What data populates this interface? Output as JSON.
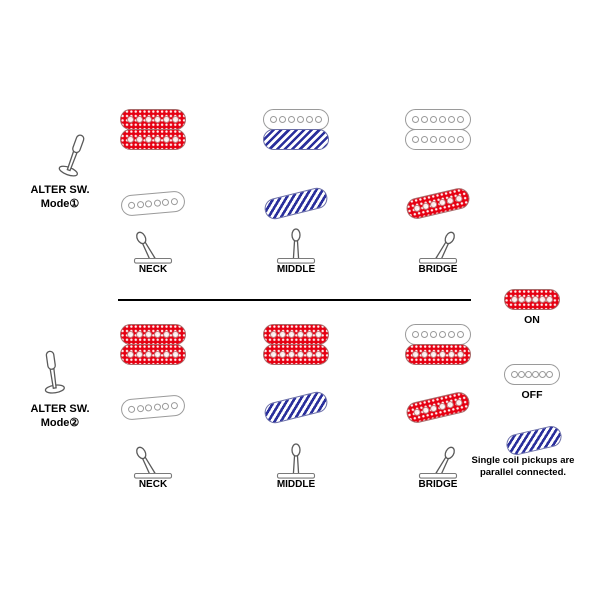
{
  "colors": {
    "on": "#e60012",
    "off": "#ffffff",
    "parallel": "#2a2f9c",
    "outline": "#9a9a9a"
  },
  "alter_switch": {
    "mode1": {
      "line1": "ALTER SW.",
      "line2": "Mode①",
      "tilt": 20
    },
    "mode2": {
      "line1": "ALTER SW.",
      "line2": "Mode②",
      "tilt": -8
    }
  },
  "sections": [
    {
      "id": "mode1",
      "columns": [
        {
          "label": "NECK",
          "humbucker": [
            "on",
            "on"
          ],
          "single": "off",
          "single_tilt": -5,
          "lever_tilt": -28
        },
        {
          "label": "MIDDLE",
          "humbucker": [
            "off",
            "parallel"
          ],
          "single": "parallel",
          "single_tilt": -14,
          "lever_tilt": 0
        },
        {
          "label": "BRIDGE",
          "humbucker": [
            "off",
            "off"
          ],
          "single": "on",
          "single_tilt": -13,
          "lever_tilt": 28
        }
      ]
    },
    {
      "id": "mode2",
      "columns": [
        {
          "label": "NECK",
          "humbucker": [
            "on",
            "on"
          ],
          "single": "off",
          "single_tilt": -5,
          "lever_tilt": -28
        },
        {
          "label": "MIDDLE",
          "humbucker": [
            "on",
            "on"
          ],
          "single": "parallel",
          "single_tilt": -14,
          "lever_tilt": 0
        },
        {
          "label": "BRIDGE",
          "humbucker": [
            "off",
            "on"
          ],
          "single": "on",
          "single_tilt": -13,
          "lever_tilt": 28
        }
      ]
    }
  ],
  "legend": {
    "items": [
      {
        "state": "on",
        "label": "ON"
      },
      {
        "state": "off",
        "label": "OFF"
      },
      {
        "state": "parallel",
        "tilt": -13
      }
    ],
    "note_line1": "Single coil pickups are",
    "note_line2": "parallel connected."
  }
}
